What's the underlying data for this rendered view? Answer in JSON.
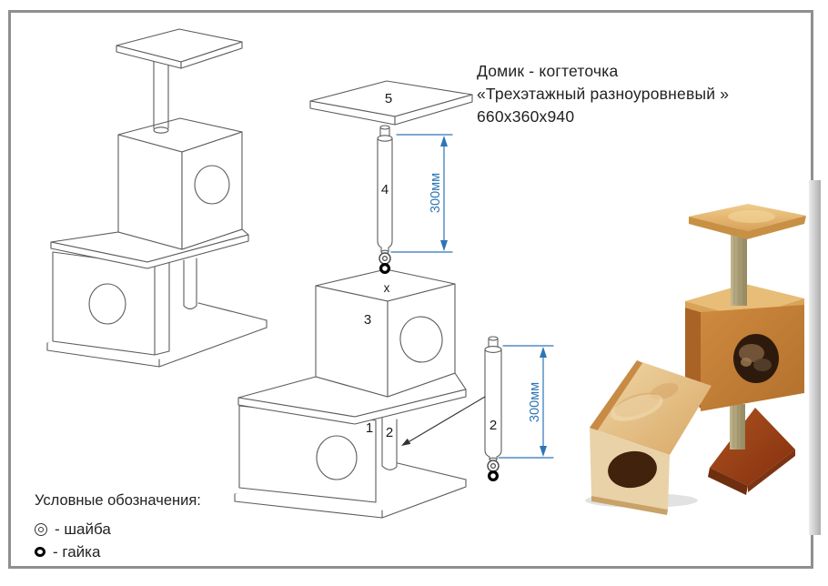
{
  "page": {
    "background": "#ffffff",
    "frame_color": "#8f8f8f"
  },
  "title": {
    "line1": "Домик - когтеточка",
    "line2": "«Трехэтажный  разноуровневый »",
    "line3": "660х360х940"
  },
  "legend": {
    "heading": "Условные обозначения:",
    "items": [
      {
        "symbol": "washer-icon",
        "label": "- шайба"
      },
      {
        "symbol": "nut-icon",
        "label": "- гайка"
      }
    ]
  },
  "diagram": {
    "line_color": "#5c5c5c",
    "dimension_color": "#2e75b6",
    "labels": {
      "platform": "5",
      "upper_pole": "4",
      "upper_cube": "3",
      "hole_mark": "x",
      "lower_cube": "1",
      "lower_pole": "2",
      "pole_detail": "2"
    },
    "dimensions": {
      "upper_pole_length": "300мм",
      "lower_pole_length": "300мм"
    }
  },
  "photo": {
    "platform_color": "#e3b167",
    "cube_color": "#c5823b",
    "lower_cube_color": "#e9d2a8",
    "pole_color": "#b2a67e",
    "base_color": "#9a4518",
    "hole_color": "#35200f",
    "edge_band_color": "#b5b5b5"
  }
}
